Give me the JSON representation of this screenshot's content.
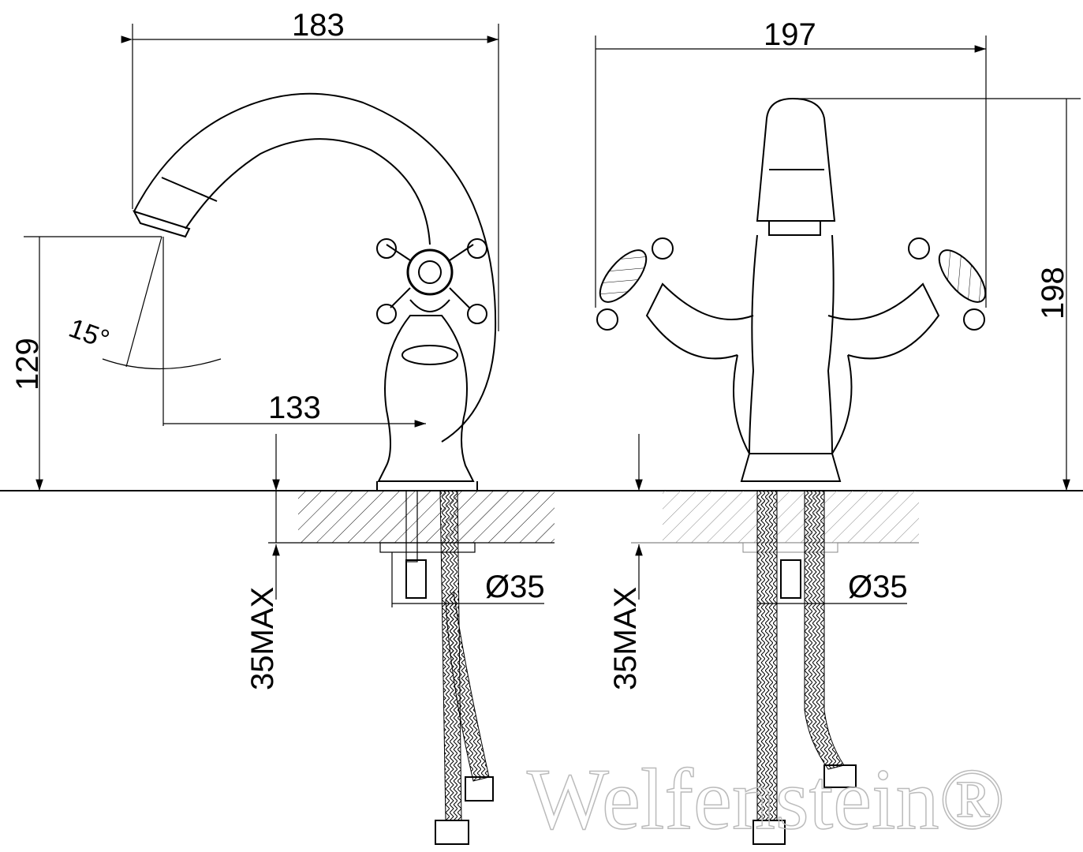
{
  "drawing": {
    "side_view": {
      "width_dim": "183",
      "height_dim": "129",
      "reach_dim": "133",
      "angle_dim": "15°",
      "hole_dim": "Ø35",
      "thickness_dim": "35MAX"
    },
    "front_view": {
      "width_dim": "197",
      "height_dim": "198",
      "hole_dim": "Ø35",
      "thickness_dim": "35MAX"
    },
    "watermark": "Welfenstein®"
  }
}
